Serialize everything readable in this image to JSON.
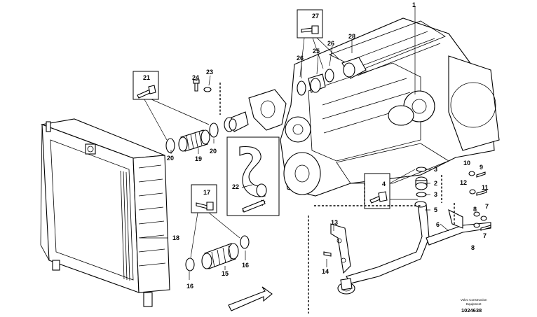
{
  "callouts": [
    {
      "id": "c1",
      "label": "1"
    },
    {
      "id": "c2",
      "label": "2"
    },
    {
      "id": "c3a",
      "label": "3"
    },
    {
      "id": "c3b",
      "label": "3"
    },
    {
      "id": "c4",
      "label": "4"
    },
    {
      "id": "c5",
      "label": "5"
    },
    {
      "id": "c6",
      "label": "6"
    },
    {
      "id": "c7a",
      "label": "7"
    },
    {
      "id": "c7b",
      "label": "7"
    },
    {
      "id": "c8a",
      "label": "8"
    },
    {
      "id": "c8b",
      "label": "8"
    },
    {
      "id": "c9",
      "label": "9"
    },
    {
      "id": "c10",
      "label": "10"
    },
    {
      "id": "c11",
      "label": "11"
    },
    {
      "id": "c12",
      "label": "12"
    },
    {
      "id": "c13",
      "label": "13"
    },
    {
      "id": "c14",
      "label": "14"
    },
    {
      "id": "c15",
      "label": "15"
    },
    {
      "id": "c16a",
      "label": "16"
    },
    {
      "id": "c16b",
      "label": "16"
    },
    {
      "id": "c17",
      "label": "17"
    },
    {
      "id": "c18",
      "label": "18"
    },
    {
      "id": "c19",
      "label": "19"
    },
    {
      "id": "c20a",
      "label": "20"
    },
    {
      "id": "c20b",
      "label": "20"
    },
    {
      "id": "c21",
      "label": "21"
    },
    {
      "id": "c22",
      "label": "22"
    },
    {
      "id": "c23",
      "label": "23"
    },
    {
      "id": "c24",
      "label": "24"
    },
    {
      "id": "c25",
      "label": "25"
    },
    {
      "id": "c26a",
      "label": "26"
    },
    {
      "id": "c26b",
      "label": "26"
    },
    {
      "id": "c27",
      "label": "27"
    },
    {
      "id": "c28",
      "label": "28"
    }
  ],
  "footer": {
    "credit_line1": "Volvo Construction",
    "credit_line2": "Equipment",
    "reference_number": "1024638"
  }
}
